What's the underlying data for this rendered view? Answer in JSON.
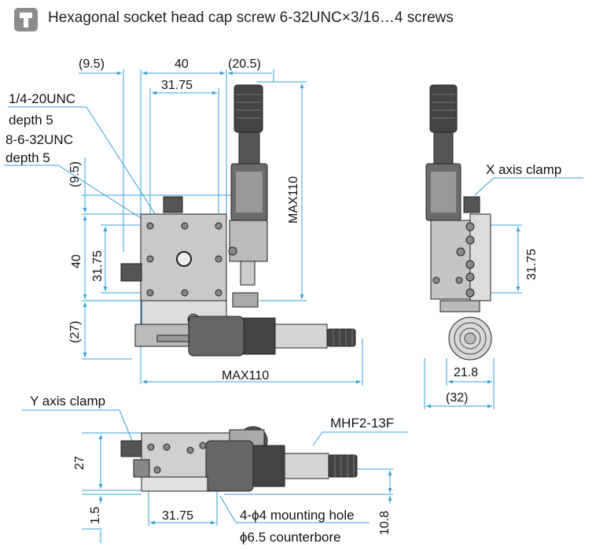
{
  "header": {
    "icon": "hex-socket-screw-icon",
    "title": "Hexagonal socket head cap screw 6-32UNC×3/16…4 screws"
  },
  "colors": {
    "dimension_line": "#35a0d8",
    "part_dark": "#3a3a3a",
    "part_mid": "#8a8a8a",
    "part_light": "#d2d2d2"
  },
  "front_view": {
    "dims": {
      "left_offset": "(9.5)",
      "width": "40",
      "right_offset": "(20.5)",
      "hole_pitch": "31.75",
      "height_max": "MAX110",
      "top_offset": "(9.5)",
      "height": "40",
      "hole_pitch_v": "31.75",
      "bottom_offset": "(27)",
      "width_max": "MAX110"
    },
    "callouts": {
      "tap1_a": "1/4-20UNC",
      "tap1_b": "depth 5",
      "tap2_a": "8-6-32UNC",
      "tap2_b": "depth 5"
    }
  },
  "side_view": {
    "x_clamp": "X axis clamp",
    "dims": {
      "hole_pitch": "31.75",
      "width": "21.8",
      "overall": "(32)"
    }
  },
  "bottom_view": {
    "y_clamp": "Y axis clamp",
    "micrometer": "MHF2-13F",
    "dims": {
      "height": "27",
      "base": "1.5",
      "hole_pitch": "31.75",
      "counterbore_depth": "10.8"
    },
    "mount_a": "4-ϕ4 mounting hole",
    "mount_b": "ϕ6.5 counterbore"
  }
}
